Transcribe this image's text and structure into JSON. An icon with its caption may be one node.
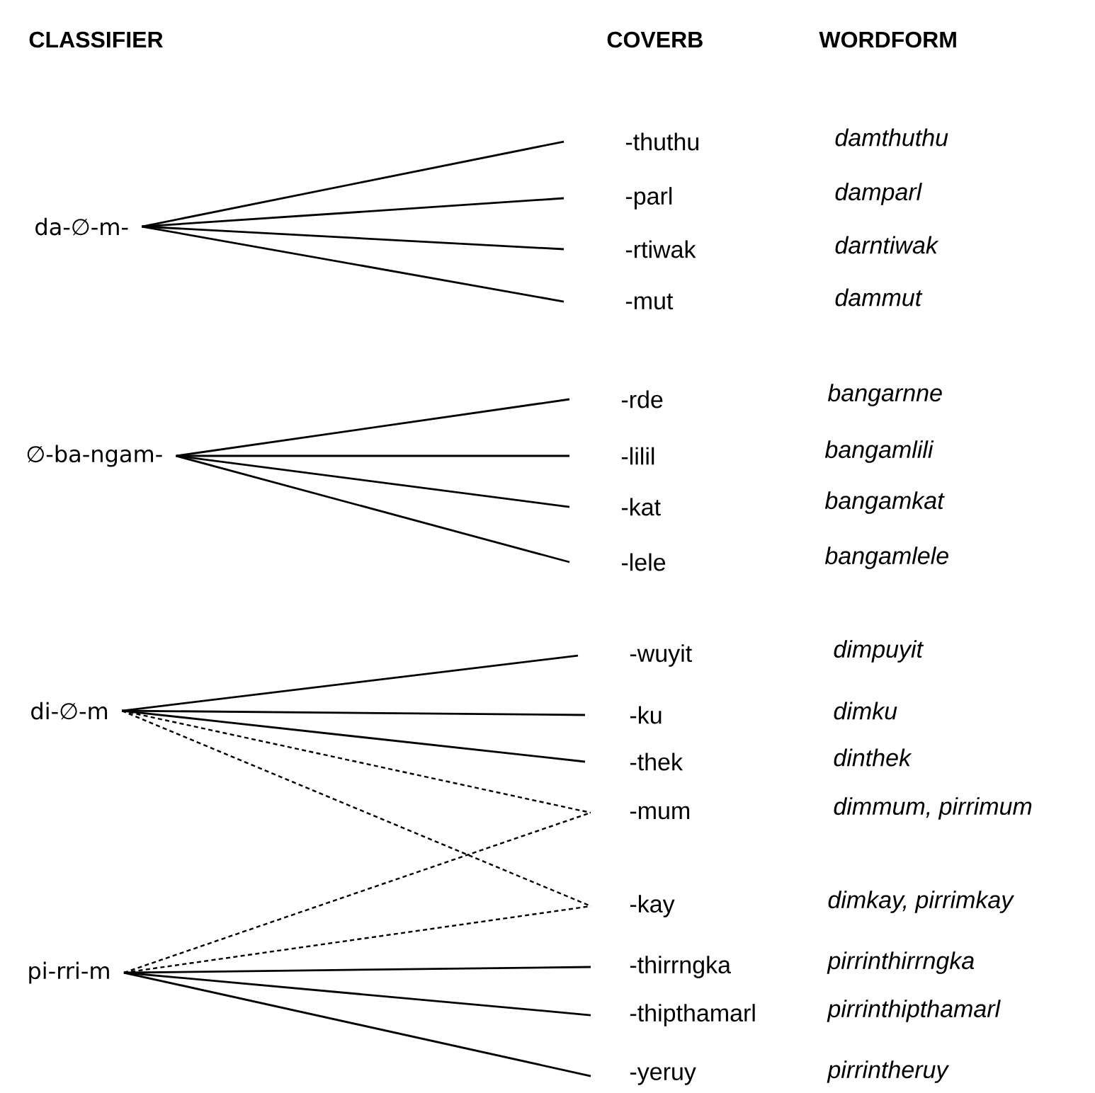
{
  "diagram": {
    "nodes": [
      {
        "text": [
          "da-∅-m-"
        ]
      },
      {
        "text": [
          "-thuthu"
        ],
        "beside": [
          "damthuthu"
        ]
      },
      {
        "text": [
          "-parl"
        ],
        "beside": [
          "damparl"
        ]
      },
      {
        "text": [
          "-rtiwak"
        ],
        "beside": [
          "darntiwak"
        ]
      },
      {
        "text": [
          "-mut"
        ],
        "beside": [
          "dammut"
        ]
      },
      {
        "text": [
          "∅-ba-ngam-"
        ]
      },
      {
        "text": [
          "-rde"
        ],
        "beside": [
          "bangarnne"
        ]
      },
      {
        "text": [
          "-lilil"
        ],
        "beside": [
          "bangamlili"
        ]
      },
      {
        "text": [
          "-kat"
        ],
        "beside": [
          "bangamkat"
        ]
      },
      {
        "text": [
          "-lele"
        ],
        "beside": [
          "bangamlele"
        ]
      },
      {
        "text": [
          "-wuyit"
        ],
        "beside": [
          "dimpuyit"
        ]
      },
      {
        "text": [
          "di-∅-m"
        ]
      },
      {
        "text": [
          "-ku"
        ],
        "beside": [
          "dimku"
        ]
      },
      {
        "text": [
          "-thek"
        ],
        "beside": [
          "dinthek"
        ]
      },
      {
        "text": [
          "-mum"
        ],
        "beside": [
          "dimmum, pirrimum"
        ]
      },
      {
        "text": [
          "-kay"
        ],
        "beside": [
          "dimkay, pirrimkay"
        ]
      },
      {
        "text": [
          "-thirrngka"
        ],
        "beside": [
          "pirrinthirrngka"
        ]
      },
      {
        "text": [
          "pi-rri-m"
        ]
      },
      {
        "text": [
          "-thipthamarl"
        ],
        "beside": [
          "pirrinthipthamarl"
        ]
      },
      {
        "text": [
          "-yeruy"
        ],
        "beside": [
          "pirrintheruy"
        ]
      }
    ],
    "edges": [
      {
        "from": 0,
        "to": 1,
        "arrow": "none"
      },
      {
        "from": 0,
        "to": 2,
        "arrow": "none"
      },
      {
        "from": 0,
        "to": 3,
        "arrow": "none"
      },
      {
        "from": 0,
        "to": 4,
        "arrow": "none"
      },
      {
        "from": 5,
        "to": 6,
        "arrow": "none"
      },
      {
        "from": 5,
        "to": 7,
        "arrow": "none"
      },
      {
        "from": 5,
        "to": 8,
        "arrow": "none"
      },
      {
        "from": 5,
        "to": 9,
        "arrow": "none"
      },
      {
        "from": 11,
        "to": 10,
        "arrow": "none"
      },
      {
        "from": 11,
        "to": 12,
        "arrow": "none"
      },
      {
        "from": 11,
        "to": 13,
        "arrow": "none"
      },
      {
        "from": 11,
        "to": 14,
        "arrow": "none",
        "style": "dashed"
      },
      {
        "from": 11,
        "to": 15,
        "arrow": "none",
        "style": "dashed"
      },
      {
        "from": 17,
        "to": 14,
        "arrow": "none",
        "style": "dashed"
      },
      {
        "from": 17,
        "to": 15,
        "arrow": "none",
        "style": "dashed"
      },
      {
        "from": 17,
        "to": 16,
        "arrow": "none"
      },
      {
        "from": 17,
        "to": 18,
        "arrow": "none"
      },
      {
        "from": 17,
        "to": 19,
        "arrow": "none"
      }
    ],
    "labels": [
      "CLASSIFIER",
      "COVERB",
      "WORDFORM"
    ]
  }
}
